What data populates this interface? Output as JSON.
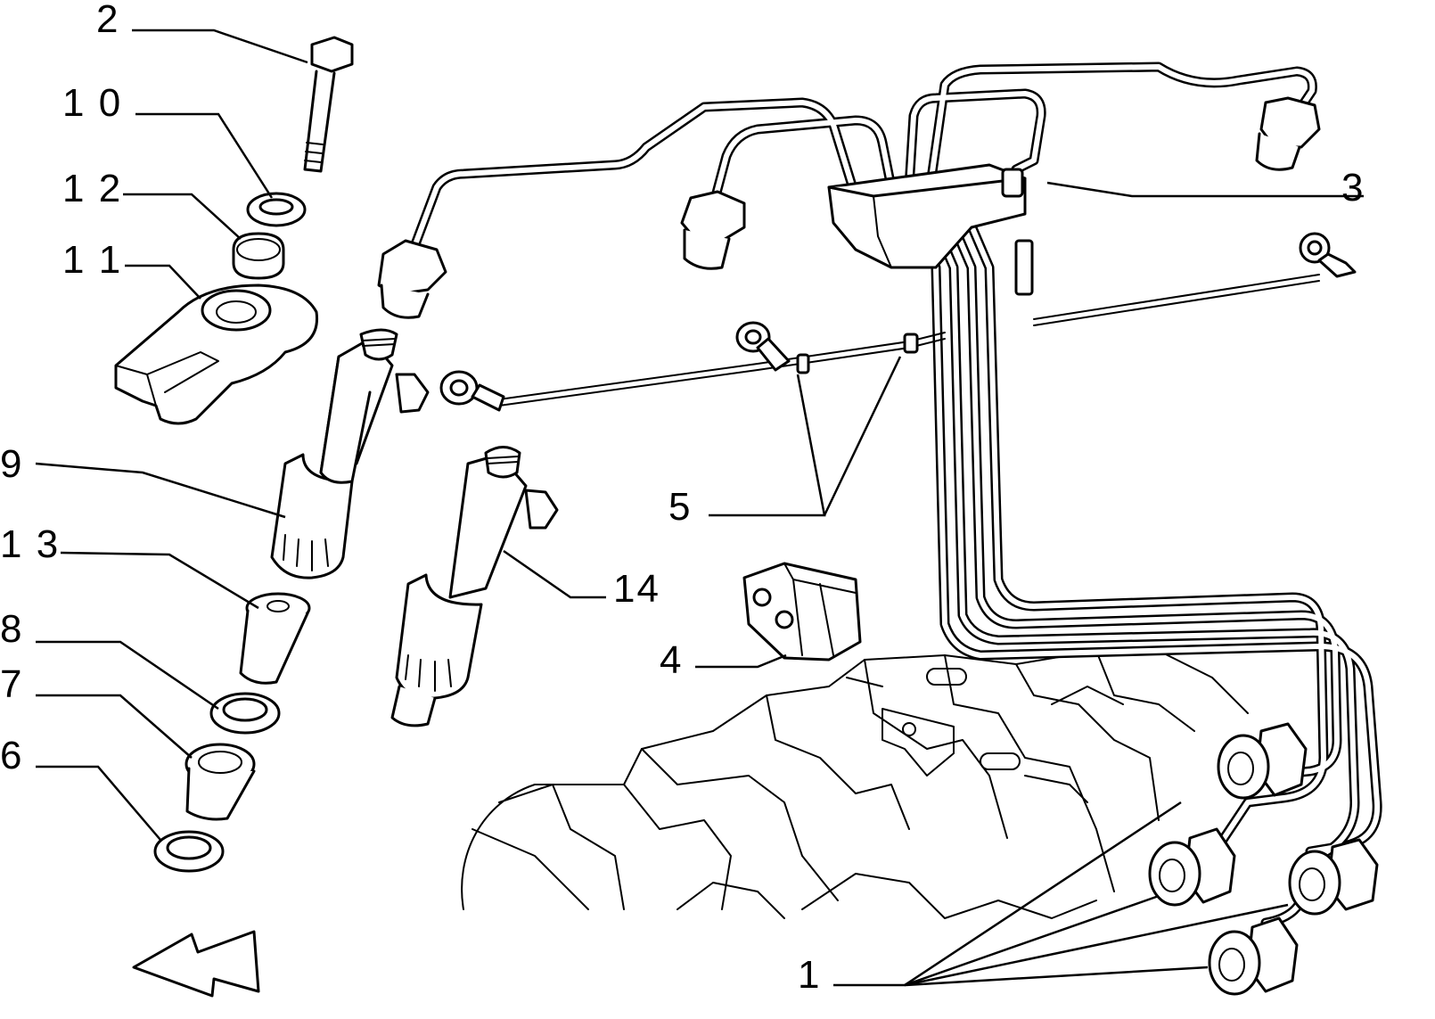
{
  "diagram": {
    "callouts": [
      {
        "id": "c1",
        "text": "1"
      },
      {
        "id": "c2",
        "text": "2"
      },
      {
        "id": "c3",
        "text": "3"
      },
      {
        "id": "c4",
        "text": "4"
      },
      {
        "id": "c5",
        "text": "5"
      },
      {
        "id": "c6",
        "text": "6"
      },
      {
        "id": "c7",
        "text": "7"
      },
      {
        "id": "c8",
        "text": "8"
      },
      {
        "id": "c9",
        "text": "9"
      },
      {
        "id": "c10",
        "text": "1 0"
      },
      {
        "id": "c11",
        "text": "1 1"
      },
      {
        "id": "c12",
        "text": "1 2"
      },
      {
        "id": "c13",
        "text": "1 3"
      },
      {
        "id": "c14",
        "text": "14"
      }
    ],
    "colors": {
      "ink": "#000000",
      "paper": "#ffffff"
    },
    "icons": [
      "direction-arrow-icon"
    ]
  }
}
